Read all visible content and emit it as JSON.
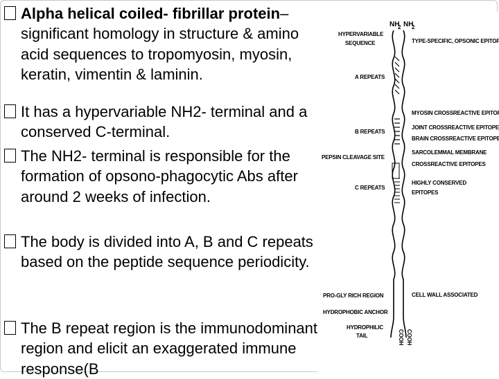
{
  "slide": {
    "bullets": [
      {
        "bold_part": "Alpha helical coiled- fibrillar protein",
        "rest": "– significant homology in structure & amino acid sequences to tropomyosin, myosin, keratin, vimentin & laminin."
      },
      {
        "text": "It has a hypervariable NH2- terminal and a conserved C-terminal."
      },
      {
        "text": "The NH2- terminal is responsible for the formation of opsono-phagocytic Abs after around 2 weeks of infection."
      },
      {
        "text": "The body is divided into A, B and C repeats based on the peptide sequence periodicity."
      },
      {
        "text": "The B repeat region is the immunodominant region and elicit an exaggerated immune response(B"
      }
    ]
  },
  "figure": {
    "top_labels": [
      "NH",
      "2",
      "NH",
      "2"
    ],
    "left_labels": {
      "hypervariable_1": "HYPERVARIABLE",
      "hypervariable_2": "SEQUENCE",
      "a_repeats": "A REPEATS",
      "b_repeats": "B REPEATS",
      "pepsin": "PEPSIN CLEAVAGE SITE",
      "c_repeats": "C REPEATS",
      "pro_gly": "PRO-GLY RICH REGION",
      "hydrophobic": "HYDROPHOBIC ANCHOR",
      "hydrophilic_1": "HYDROPHILIC",
      "hydrophilic_2": "TAIL"
    },
    "right_labels": {
      "type_specific": "TYPE-SPECIFIC, OPSONIC EPITOPES",
      "myosin": "MYOSIN CROSSREACTIVE EPITOPES",
      "joint": "JOINT CROSSREACTIVE EPITOPE",
      "brain": "BRAIN CROSSREACTIVE EPITOPE",
      "sarcolemmal_1": "SARCOLEMMAL MEMBRANE",
      "sarcolemmal_2": "CROSSREACTIVE EPITOPES",
      "conserved_1": "HIGHLY CONSERVED",
      "conserved_2": "EPITOPES",
      "cell_wall": "CELL WALL ASSOCIATED"
    },
    "bottom_labels": [
      "COOH",
      "COOH"
    ]
  }
}
